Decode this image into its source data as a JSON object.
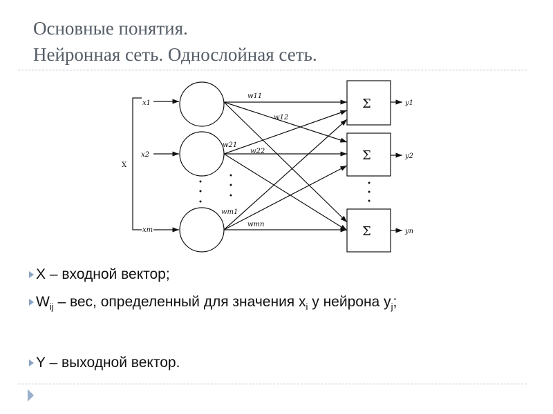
{
  "title": {
    "line1": "Основные понятия.",
    "line2": "Нейронная сеть. Однослойная сеть."
  },
  "diagram": {
    "input_vector": "X",
    "inputs": [
      "x1",
      "x2",
      "xm"
    ],
    "weights": [
      "w11",
      "w12",
      "w21",
      "w22",
      "wm1",
      "wmn"
    ],
    "sum_symbol": "Σ",
    "outputs": [
      "y1",
      "y2",
      "yn"
    ]
  },
  "bullets": [
    {
      "parts": [
        "X – входной вектор;"
      ]
    },
    {
      "parts": [
        "W",
        "ij",
        " – вес, определенный для значения x",
        "i",
        " у нейрона y",
        "j",
        ";"
      ]
    },
    {
      "parts": [
        "Y – выходной вектор."
      ]
    }
  ],
  "colors": {
    "title": "#555d66",
    "bullet": "#8aa4c4"
  }
}
